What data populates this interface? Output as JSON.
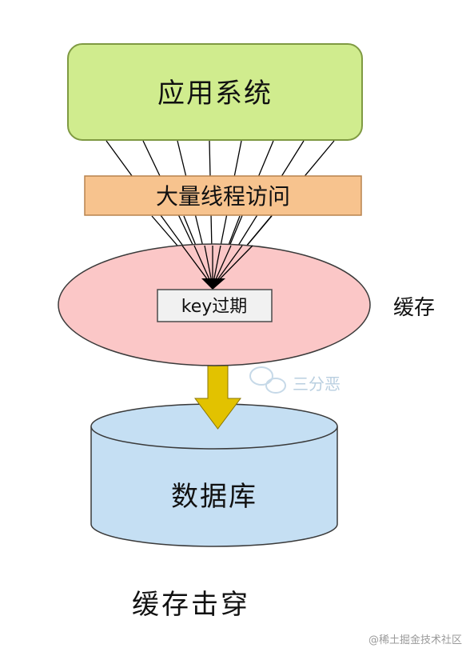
{
  "diagram": {
    "top_box": "应用系统",
    "threads_bar": "大量线程访问",
    "cache_key_label": "key过期",
    "cache_label": "缓存",
    "database_label": "数据库",
    "caption": "缓存击穿",
    "watermark": "三分恶",
    "credit": "@稀土掘金技术社区"
  },
  "colors": {
    "app_box": "#d0ec8e",
    "app_border": "#7f9a42",
    "threads_bar": "#f7c38e",
    "threads_border": "#b8834e",
    "cache_ellipse": "#fbc7c7",
    "key_box": "#f1f1f1",
    "arrow": "#e2c200",
    "database": "#c5dff3"
  }
}
